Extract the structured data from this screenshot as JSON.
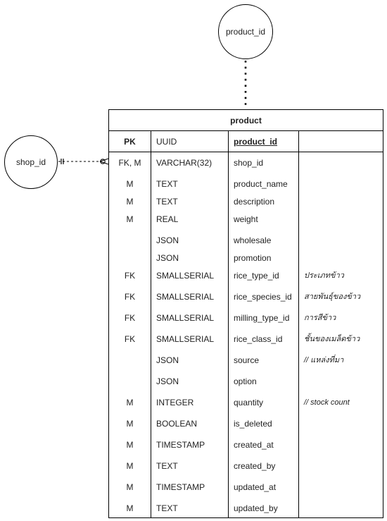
{
  "entity": {
    "title": "product",
    "header": {
      "key": "PK",
      "type": "UUID",
      "name": "product_id",
      "note": ""
    },
    "rows": [
      {
        "key": "FK, M",
        "type": "VARCHAR(32)",
        "name": "shop_id",
        "note": ""
      },
      {
        "key": "M",
        "type": "TEXT",
        "name": "product_name",
        "note": ""
      },
      {
        "key": "M",
        "type": "TEXT",
        "name": "description",
        "note": ""
      },
      {
        "key": "M",
        "type": "REAL",
        "name": "weight",
        "note": ""
      },
      {
        "key": "",
        "type": "JSON",
        "name": "wholesale",
        "note": ""
      },
      {
        "key": "",
        "type": "JSON",
        "name": "promotion",
        "note": ""
      },
      {
        "key": "FK",
        "type": "SMALLSERIAL",
        "name": "rice_type_id",
        "note": "ประเภทข้าว"
      },
      {
        "key": "FK",
        "type": "SMALLSERIAL",
        "name": "rice_species_id",
        "note": "สายพันธุ์ของข้าว"
      },
      {
        "key": "FK",
        "type": "SMALLSERIAL",
        "name": "milling_type_id",
        "note": "การสีข้าว"
      },
      {
        "key": "FK",
        "type": "SMALLSERIAL",
        "name": "rice_class_id",
        "note": "ชั้นของเมล็ดข้าว"
      },
      {
        "key": "",
        "type": "JSON",
        "name": "source",
        "note": "// แหล่งที่มา"
      },
      {
        "key": "",
        "type": "JSON",
        "name": "option",
        "note": ""
      },
      {
        "key": "M",
        "type": "INTEGER",
        "name": "quantity",
        "note": "// stock count"
      },
      {
        "key": "M",
        "type": "BOOLEAN",
        "name": "is_deleted",
        "note": ""
      },
      {
        "key": "M",
        "type": "TIMESTAMP",
        "name": "created_at",
        "note": ""
      },
      {
        "key": "M",
        "type": "TEXT",
        "name": "created_by",
        "note": ""
      },
      {
        "key": "M",
        "type": "TIMESTAMP",
        "name": "updated_at",
        "note": ""
      },
      {
        "key": "M",
        "type": "TEXT",
        "name": "updated_by",
        "note": ""
      }
    ]
  },
  "circles": {
    "product_id": "product_id",
    "shop_id": "shop_id"
  }
}
